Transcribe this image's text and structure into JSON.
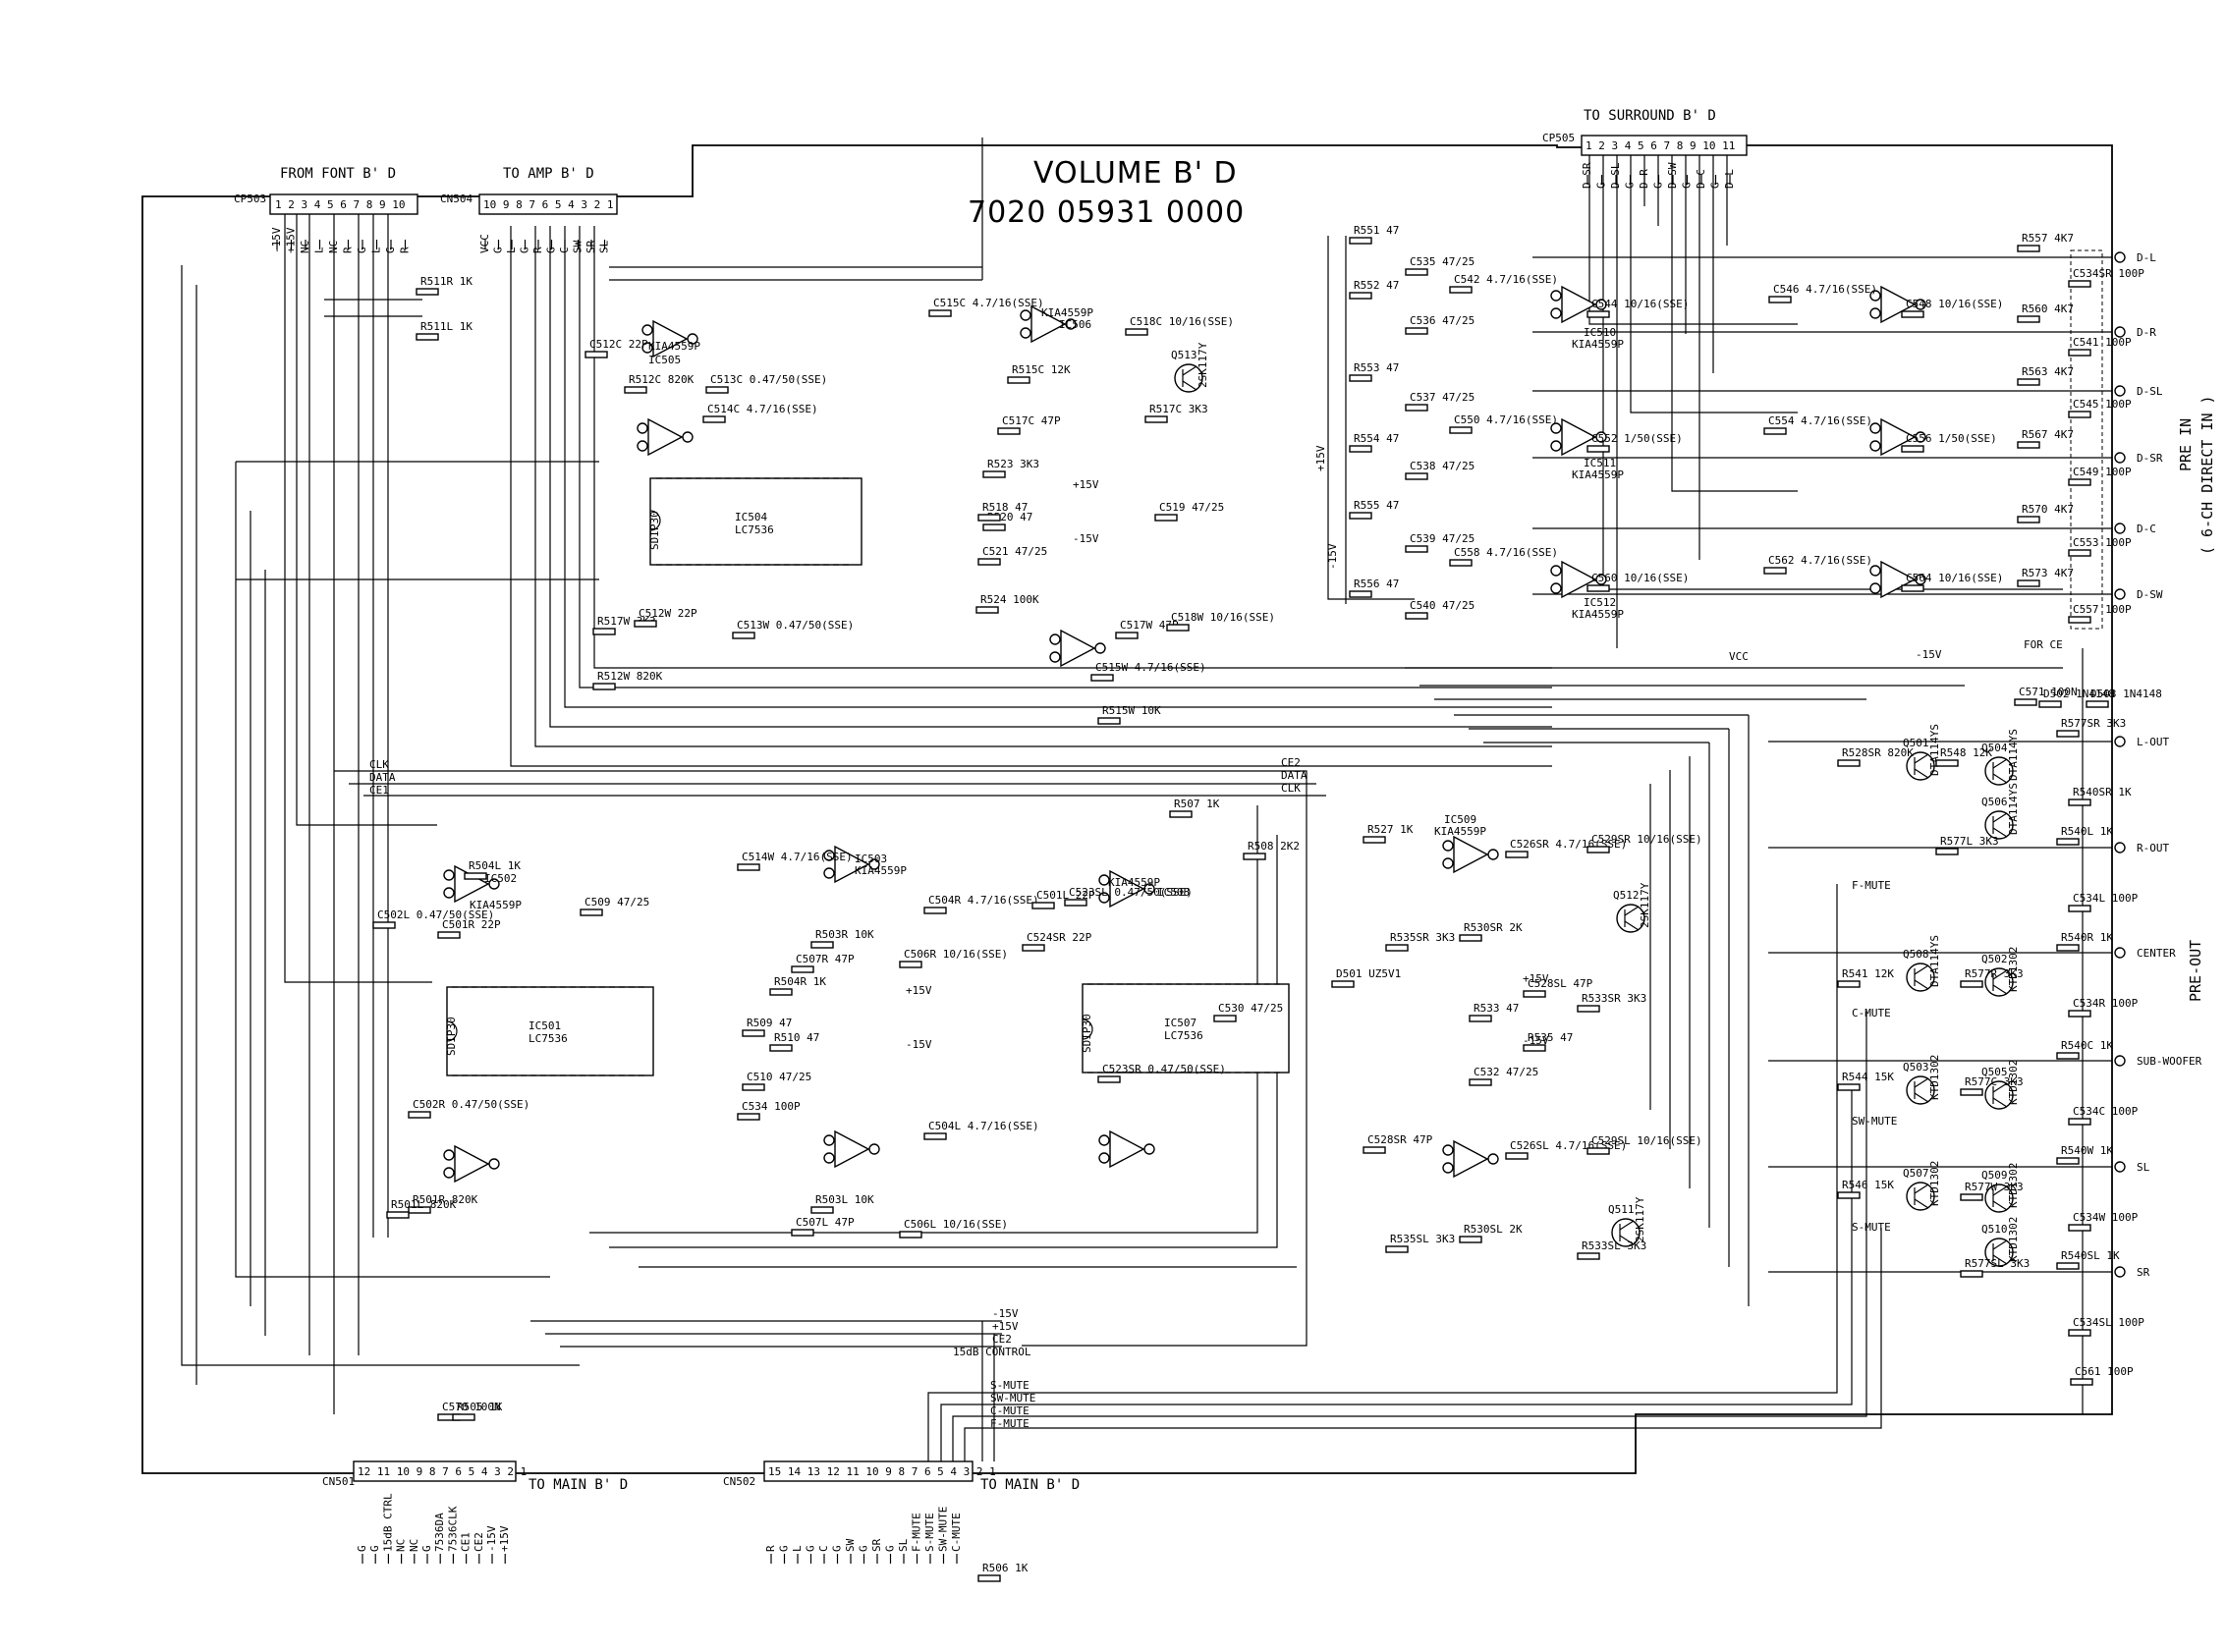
{
  "title": {
    "name": "VOLUME B' D",
    "part_number": "7020 05931 0000"
  },
  "connectors": {
    "cp503": {
      "ref": "CP503",
      "header": "FROM FONT B' D",
      "pins": "1 2 3 4 5 6 7 8 9 10",
      "signals": [
        "-15V",
        "+15V",
        "NC",
        "L",
        "NC",
        "R",
        "G",
        "L",
        "G",
        "R"
      ]
    },
    "cn504": {
      "ref": "CN504",
      "header": "TO AMP B' D",
      "pins": "10 9 8 7 6 5 4 3 2 1",
      "signals": [
        "VCC",
        "G",
        "L",
        "G",
        "R",
        "G",
        "C",
        "SW",
        "SR",
        "SL"
      ]
    },
    "cp505": {
      "ref": "CP505",
      "header": "TO SURROUND B' D",
      "pins": "1 2 3 4 5 6 7 8 9 10 11",
      "signals": [
        "D-SR",
        "G",
        "D-SL",
        "G",
        "D-R",
        "G",
        "D-SW",
        "G",
        "D-C",
        "G",
        "D-L"
      ]
    },
    "cn501": {
      "ref": "CN501",
      "footer": "TO MAIN B' D",
      "pins": "12 11 10 9 8 7 6 5 4 3 2 1",
      "signals": [
        "G",
        "G",
        "15dB CTRL",
        "NC",
        "NC",
        "G",
        "7536DA",
        "7536CLK",
        "CE1",
        "CE2",
        "-15V",
        "+15V"
      ]
    },
    "cn502": {
      "ref": "CN502",
      "footer": "TO MAIN B' D",
      "pins": "15 14 13 12 11 10 9 8 7 6 5 4 3 2 1",
      "signals": [
        "R",
        "G",
        "L",
        "G",
        "C",
        "G",
        "SW",
        "G",
        "SR",
        "G",
        "SL",
        "F-MUTE",
        "S-MUTE",
        "SW-MUTE",
        "C-MUTE"
      ]
    }
  },
  "side_labels": {
    "pre_in": "PRE IN",
    "pre_in_sub": "( 6-CH DIRECT IN )",
    "pre_out": "PRE-OUT"
  },
  "direct_inputs": [
    "D-L",
    "D-R",
    "D-SL",
    "D-SR",
    "D-C",
    "D-SW"
  ],
  "pre_outputs": [
    "L-OUT",
    "R-OUT",
    "CENTER",
    "SUB-WOOFER",
    "SL",
    "SR"
  ],
  "ics": [
    {
      "ref": "IC504",
      "type": "LC7536",
      "pkg": "SDIP30"
    },
    {
      "ref": "IC501",
      "type": "LC7536",
      "pkg": "SDIP30"
    },
    {
      "ref": "IC507",
      "type": "LC7536",
      "pkg": "SDIP30"
    },
    {
      "ref": "IC505",
      "type": "KIA4559P"
    },
    {
      "ref": "IC506",
      "type": "KIA4559P"
    },
    {
      "ref": "IC502",
      "type": "KIA4559P"
    },
    {
      "ref": "IC503",
      "type": "KIA4559P"
    },
    {
      "ref": "IC508",
      "type": "KIA4559P"
    },
    {
      "ref": "IC509",
      "type": "KIA4559P"
    },
    {
      "ref": "IC510",
      "type": "KIA4559P"
    },
    {
      "ref": "IC511",
      "type": "KIA4559P"
    },
    {
      "ref": "IC512",
      "type": "KIA4559P"
    }
  ],
  "transistors": [
    {
      "ref": "Q501",
      "type": "DTA114YS"
    },
    {
      "ref": "Q504",
      "type": "DTA114YS"
    },
    {
      "ref": "Q506",
      "type": "DTA114YS"
    },
    {
      "ref": "Q508",
      "type": "DTA114YS"
    },
    {
      "ref": "Q502",
      "type": "KTD1302"
    },
    {
      "ref": "Q503",
      "type": "KTD1302"
    },
    {
      "ref": "Q505",
      "type": "KTD1302"
    },
    {
      "ref": "Q507",
      "type": "KTD1302"
    },
    {
      "ref": "Q509",
      "type": "KTD1302"
    },
    {
      "ref": "Q510",
      "type": "KTD1302"
    },
    {
      "ref": "Q511",
      "type": "2SK117Y"
    },
    {
      "ref": "Q512",
      "type": "2SK117Y"
    },
    {
      "ref": "Q513",
      "type": "2SK117Y"
    }
  ],
  "rails": {
    "pos": "+15V",
    "neg": "-15V",
    "vcc": "VCC"
  },
  "bus": {
    "clk": "CLK",
    "data": "DATA",
    "ce1": "CE1",
    "ce2": "CE2",
    "ctrl": "15dB CONTROL"
  },
  "mute": [
    "F-MUTE",
    "C-MUTE",
    "SW-MUTE",
    "S-MUTE"
  ],
  "mute_bus": [
    "S-MUTE",
    "SW-MUTE",
    "C-MUTE",
    "F-MUTE"
  ],
  "notes": {
    "for_ce": "FOR CE"
  },
  "parts": [
    "R551 47",
    "R552 47",
    "R553 47",
    "R554 47",
    "R555 47",
    "R556 47",
    "C535 47/25",
    "C536 47/25",
    "C537 47/25",
    "C538 47/25",
    "C539 47/25",
    "C540 47/25",
    "C542 4.7/16(SSE)",
    "C544 10/16(SSE)",
    "C546 4.7/16(SSE)",
    "C548 10/16(SSE)",
    "C550 4.7/16(SSE)",
    "C552 1/50(SSE)",
    "C554 4.7/16(SSE)",
    "C556 1/50(SSE)",
    "C558 4.7/16(SSE)",
    "C560 10/16(SSE)",
    "C562 4.7/16(SSE)",
    "C564 10/16(SSE)",
    "R557 4K7",
    "R560 4K7",
    "R563 4K7",
    "R567 4K7",
    "R570 4K7",
    "R573 4K7",
    "R511R 1K",
    "R511L 1K",
    "C512C 22P",
    "R512C 820K",
    "C513C 0.47/50(SSE)",
    "C514C 4.7/16(SSE)",
    "C515C 4.7/16(SSE)",
    "R515C 12K",
    "C517C 47P",
    "C518C 10/16(SSE)",
    "R517C 3K3",
    "R523 3K3",
    "R520 47",
    "R518 47",
    "C521 47/25",
    "C519 47/25",
    "R524 100K",
    "C515W 4.7/16(SSE)",
    "R515W 10K",
    "C517W 47P",
    "C518W 10/16(SSE)",
    "R517W 3K3",
    "R512W 820K",
    "C512W 22P",
    "C513W 0.47/50(SSE)",
    "C514W 4.7/16(SSE)",
    "C504R 4.7/16(SSE)",
    "C506R 10/16(SSE)",
    "C507R 47P",
    "R503R 10K",
    "R504R 1K",
    "R510 47",
    "R509 47",
    "C510 47/25",
    "C509 47/25",
    "R507 1K",
    "R508 2K2",
    "D501 UZ5V1",
    "R527 1K",
    "C526SR 4.7/16(SSE)",
    "C529SR 10/16(SSE)",
    "R533SR 3K3",
    "R535SR 3K3",
    "R530SR 2K",
    "C528SR 47P",
    "C526SL 4.7/16(SSE)",
    "C529SL 10/16(SSE)",
    "R533SL 3K3",
    "R535SL 3K3",
    "R530SL 2K",
    "C528SL 47P",
    "R535 47",
    "R533 47",
    "C532 47/25",
    "C530 47/25",
    "C534 100P",
    "C504L 4.7/16(SSE)",
    "C506L 10/16(SSE)",
    "C507L 47P",
    "R503L 10K",
    "R504L 1K",
    "C502R 0.47/50(SSE)",
    "C502L 0.47/50(SSE)",
    "C501R 22P",
    "R501R 820K",
    "R501L 820K",
    "C501L 22P",
    "C523SR 0.47/50(SSE)",
    "C523SL 0.47/50(SSE)",
    "C524SR 22P",
    "R528SR 820K",
    "R541 12K",
    "R544 15K",
    "R546 15K",
    "R548 12K",
    "R577L 3K3",
    "R577R 3K3",
    "R577C 3K3",
    "R577W 3K3",
    "R577SL 3K3",
    "R577SR 3K3",
    "R540L 1K",
    "R540R 1K",
    "R540C 1K",
    "R540W 1K",
    "R540SL 1K",
    "R540SR 1K",
    "C534L 100P",
    "C534R 100P",
    "C534C 100P",
    "C534W 100P",
    "C534SL 100P",
    "C534SR 100P",
    "C541 100P",
    "C545 100P",
    "C549 100P",
    "C553 100P",
    "C557 100P",
    "C561 100P",
    "C571 100N",
    "D502 1N4148",
    "D503 1N4148",
    "C570 100N",
    "R505 1K",
    "R506 1K"
  ]
}
